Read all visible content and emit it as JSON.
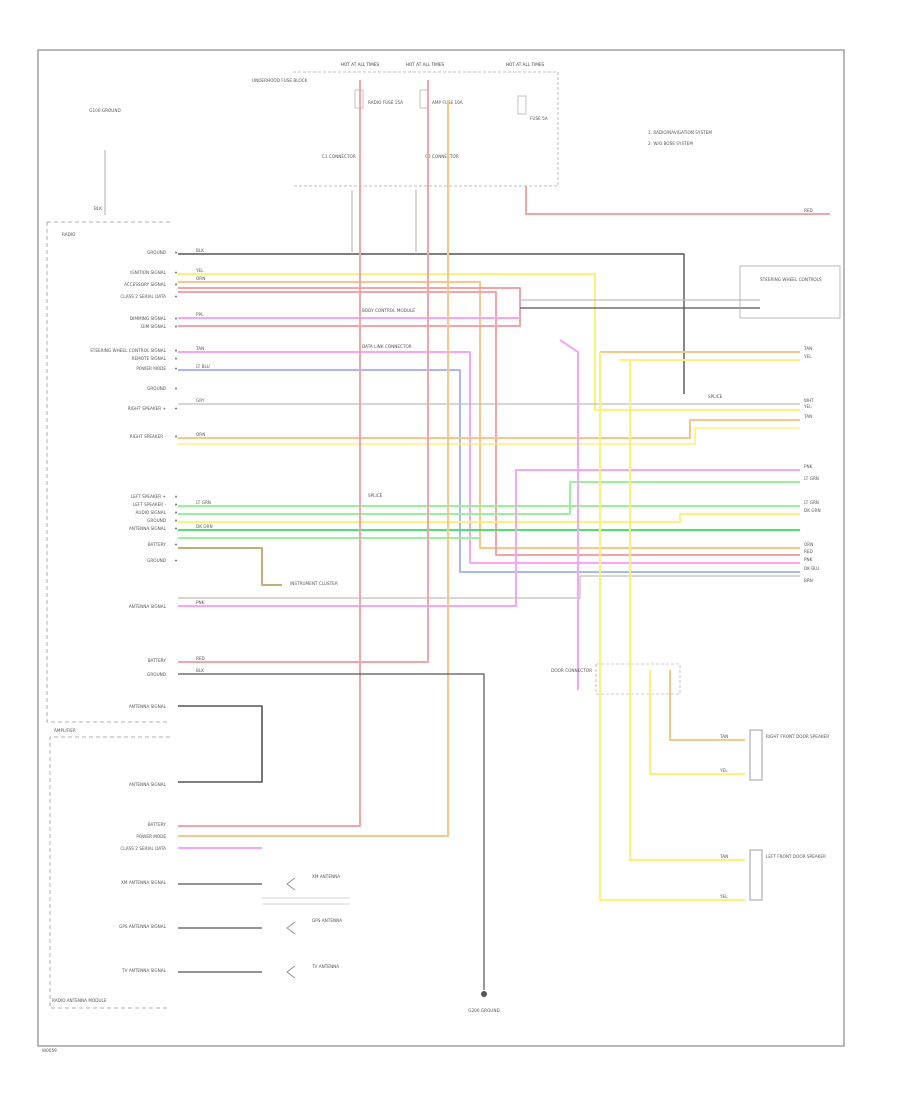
{
  "footer_code": "W0059",
  "fuse_box": {
    "title": "HOT AT ALL TIMES",
    "label": "UNDERHOOD FUSE BLOCK",
    "fuse_a": "RADIO FUSE 15A",
    "fuse_b": "AMP FUSE 10A",
    "fuse_c": "FUSE 5A",
    "conn_a": "C1 CONNECTOR",
    "conn_b": "C2 CONNECTOR"
  },
  "legend": {
    "item1": "1. RADIO/NAVIGATION SYSTEM",
    "item2": "2. W/O BOSE SYSTEM"
  },
  "ground_top": {
    "label": "G100 GROUND",
    "wire": "BLK"
  },
  "radio": {
    "label": "RADIO",
    "pins": [
      "GROUND",
      "IGNITION SIGNAL",
      "ACCESSORY SIGNAL",
      "CLASS 2 SERIAL DATA",
      "DIMMING SIGNAL",
      "DIM SIGNAL",
      "STEERING WHEEL CONTROL SIGNAL",
      "REMOTE SIGNAL",
      "POWER MODE",
      "GROUND",
      "RIGHT SPEAKER +",
      "RIGHT SPEAKER -",
      "LEFT SPEAKER +",
      "LEFT SPEAKER -",
      "AUDIO SIGNAL",
      "GROUND",
      "ANTENNA SIGNAL",
      "BATTERY",
      "GROUND"
    ],
    "wire_labels": [
      "BLK",
      "YEL",
      "ORN",
      "PPL",
      "TAN",
      "GRY",
      "PNK",
      "LT BLU",
      "DK BLU",
      "LT GRN",
      "DK GRN",
      "RED",
      "WHT",
      "BRN"
    ]
  },
  "amp": {
    "label": "AMPLIFIER",
    "pins": [
      "ANTENNA SIGNAL",
      "ANTENNA SIGNAL",
      "BATTERY",
      "POWER MODE",
      "CLASS 2 SERIAL DATA",
      "XM ANTENNA SIGNAL",
      "GPS ANTENNA SIGNAL",
      "TV ANTENNA SIGNAL"
    ]
  },
  "right_labels": {
    "steering_wheel": "STEERING WHEEL CONTROLS",
    "splice": "SPLICE",
    "door_connector": "DOOR CONNECTOR",
    "speaker_rf": "RIGHT FRONT DOOR SPEAKER",
    "speaker_lf": "LEFT FRONT DOOR SPEAKER",
    "body_control": "BODY CONTROL MODULE",
    "instrument_cluster": "INSTRUMENT CLUSTER",
    "data_link": "DATA LINK CONNECTOR",
    "ground_bottom": "G200 GROUND",
    "antenna_a": "XM ANTENNA",
    "antenna_b": "GPS ANTENNA",
    "antenna_c": "TV ANTENNA",
    "radio_note": "RADIO ANTENNA MODULE"
  }
}
